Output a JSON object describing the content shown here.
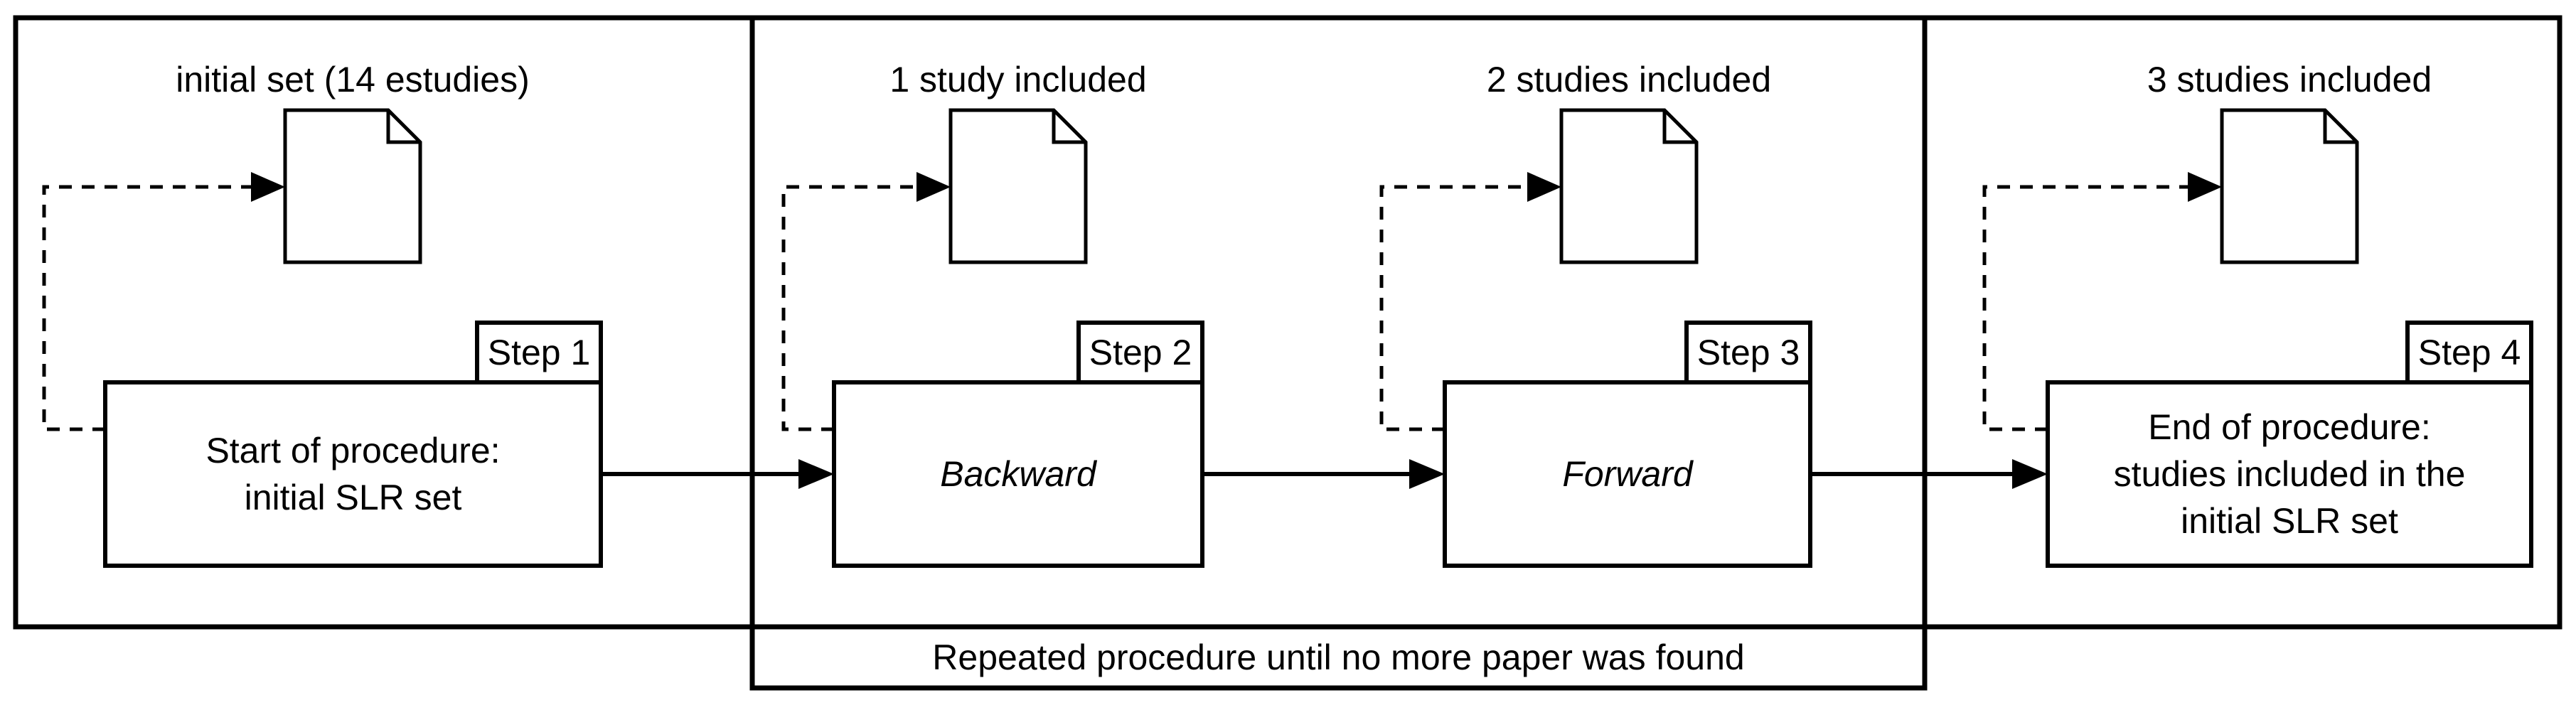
{
  "diagram": {
    "steps": [
      {
        "tag": "Step 1",
        "artifact_label": "initial set (14 estudies)",
        "box_text": "Start of procedure:\ninitial SLR set",
        "emphasis": "normal"
      },
      {
        "tag": "Step 2",
        "artifact_label": "1 study included",
        "box_text": "Backward",
        "emphasis": "italic"
      },
      {
        "tag": "Step 3",
        "artifact_label": "2 studies included",
        "box_text": "Forward",
        "emphasis": "italic"
      },
      {
        "tag": "Step 4",
        "artifact_label": "3 studies included",
        "box_text": "End of procedure:\nstudies included in the\ninitial SLR set",
        "emphasis": "normal"
      }
    ],
    "loop_caption": "Repeated procedure until no more paper was found",
    "colors": {
      "stroke": "#000000",
      "background": "#ffffff",
      "text": "#000000"
    }
  }
}
